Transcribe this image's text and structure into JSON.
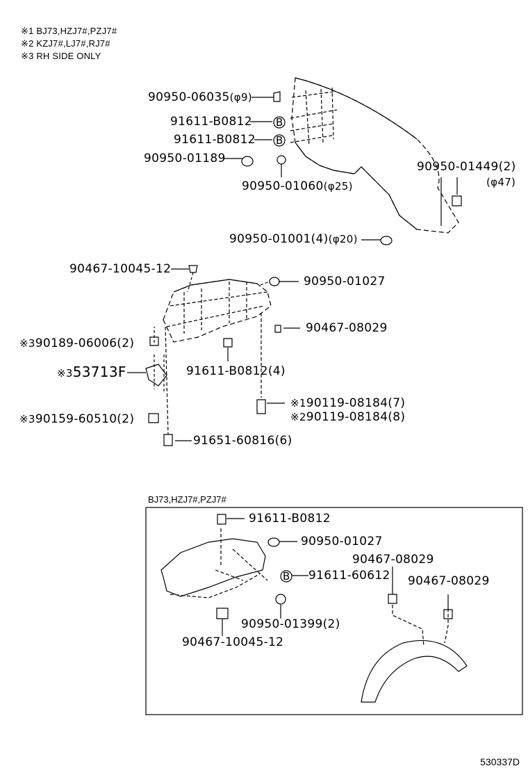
{
  "notes": [
    "※1 BJ73,HZJ7#,PZJ7#",
    "※2 KZJ7#,LJ7#,RJ7#",
    "※3 RH SIDE ONLY"
  ],
  "upper": {
    "p1": "90950-06035",
    "p1s": "(φ9)",
    "p2": "91611-B0812",
    "p3": "91611-B0812",
    "p4": "90950-01189",
    "p5": "90950-01060",
    "p5s": "(φ25)",
    "p6": "90950-01449(2)",
    "p6s": "(φ47)",
    "p7": "90950-01001(4)",
    "p7s": "(φ20)"
  },
  "middle": {
    "p1": "90467-10045-12",
    "p2": "90950-01027",
    "p3": "90467-08029",
    "p4m": "※3",
    "p4": "90189-06006(2)",
    "p5m": "※3",
    "p5": "53713F",
    "p6": "91611-B0812(4)",
    "p7m": "※1",
    "p7": "90119-08184(7)",
    "p8m": "※2",
    "p8": "90119-08184(8)",
    "p9m": "※3",
    "p9": "90159-60510(2)",
    "p10": "91651-60816(6)"
  },
  "box": {
    "title": "BJ73,HZJ7#,PZJ7#",
    "p1": "91611-B0812",
    "p2": "90950-01027",
    "p3": "90467-08029",
    "p4": "91611-60612",
    "p5": "90467-08029",
    "p6": "90950-01399(2)",
    "p7": "90467-10045-12"
  },
  "bolt_marker": "B",
  "code": "530337D"
}
